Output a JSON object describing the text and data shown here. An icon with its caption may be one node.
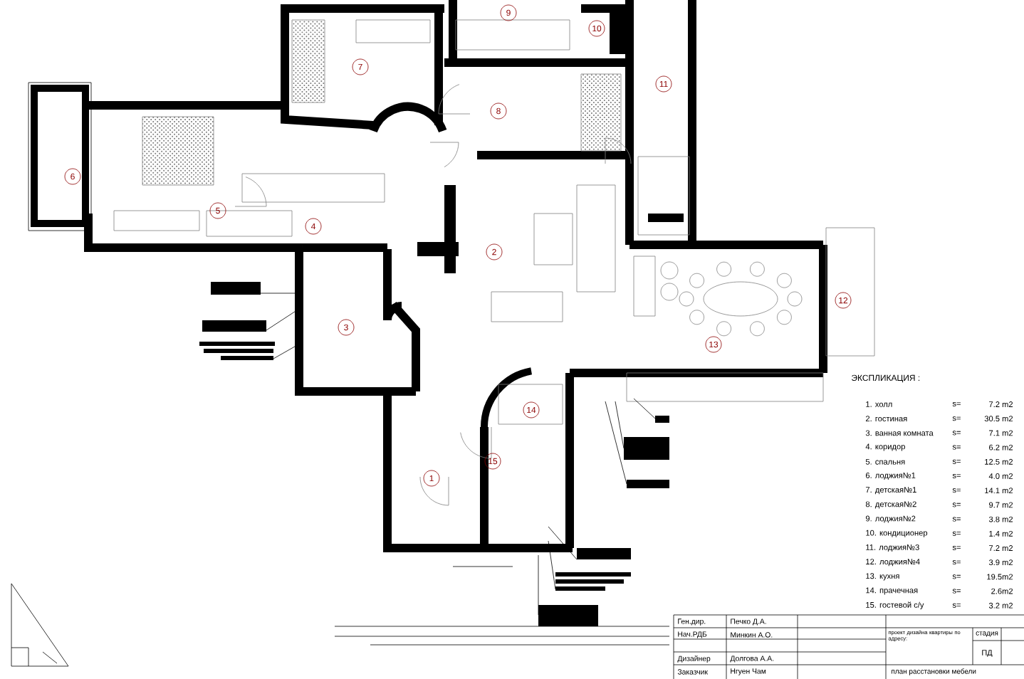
{
  "diagram": {
    "labels": [
      "1",
      "2",
      "3",
      "4",
      "5",
      "6",
      "7",
      "8",
      "9",
      "10",
      "11",
      "12",
      "13",
      "14",
      "15",
      "ЭКСПЛИКАЦИЯ :",
      "1. холл",
      "s=",
      "7.2 m2",
      "2. гостиная",
      "s=",
      "30.5 m2",
      "3. ванная комната",
      "s=",
      "7.1 m2",
      "4. коридор",
      "s=",
      "6.2 m2",
      "5. спальня",
      "s=",
      "12.5 m2",
      "6. лоджия№1",
      "s=",
      "4.0 m2",
      "7. детская№1",
      "s=",
      "14.1 m2",
      "8. детская№2",
      "s=",
      "9.7 m2",
      "9. лоджия№2",
      "s=",
      "3.8 m2",
      "10. кондиционер",
      "s=",
      "1.4 m2",
      "11. лоджия№3",
      "s=",
      "7.2 m2",
      "12. лоджия№4",
      "s=",
      "3.9 m2",
      "13. кухня",
      "s=",
      "19.5m2",
      "14. прачечная",
      "s=",
      "2.6m2",
      "15. гостевой с/у",
      "s=",
      "3.2 m2",
      "Ген.дир.",
      "Печко Д.А.",
      "Нач.РДБ",
      "Минкин А.О.",
      "Дизайнер",
      "Долгова А.А.",
      "Заказчик",
      "Нгуен Чам",
      "проект дизайна квартиры по адресу:",
      "стадия",
      "ПД",
      "план расстановки мебели"
    ]
  }
}
